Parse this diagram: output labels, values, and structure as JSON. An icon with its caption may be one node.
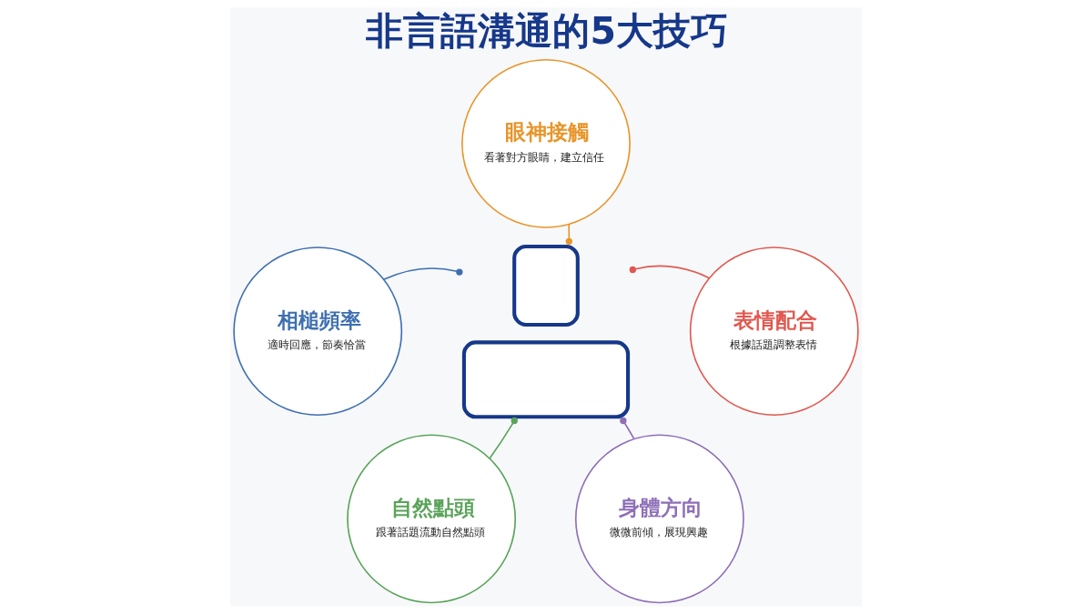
{
  "diagram": {
    "title": "非言語溝通的5大技巧",
    "nodes": [
      {
        "text": [
          "眼神接觸",
          "看著對方眼睛，建立信任"
        ]
      },
      {
        "text": [
          "相槌頻率",
          "適時回應，節奏恰當"
        ]
      },
      {
        "text": [
          "表情配合",
          "根據話題調整表情"
        ]
      },
      {
        "text": [],
        "shape": "person"
      },
      {
        "text": [
          "自然點頭",
          "跟著話題流動自然點頭"
        ]
      },
      {
        "text": [
          "身體方向",
          "微微前傾，展現興趣"
        ]
      }
    ],
    "edges": [
      {
        "from": 0,
        "to": 3,
        "arrow": "other",
        "color": "#e8952a"
      },
      {
        "from": 1,
        "to": 3,
        "arrow": "other",
        "color": "#3d6fb0"
      },
      {
        "from": 2,
        "to": 3,
        "arrow": "other",
        "color": "#e0584f"
      },
      {
        "from": 4,
        "to": 3,
        "arrow": "other",
        "color": "#5aa35a"
      },
      {
        "from": 5,
        "to": 3,
        "arrow": "other",
        "color": "#8e6fb8"
      }
    ]
  }
}
